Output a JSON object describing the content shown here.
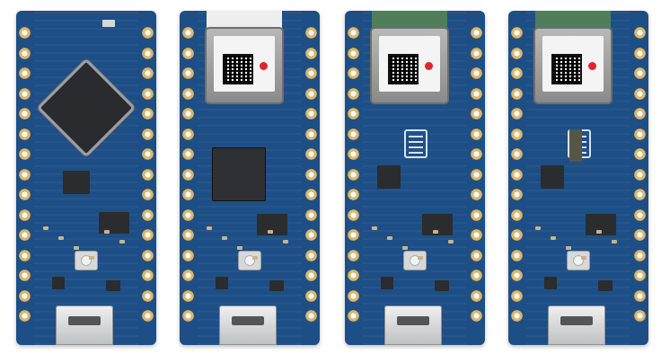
{
  "photo": {
    "subject": "",
    "background_color": "#ffffff",
    "board_color": "#1d4f86",
    "boards": [
      {
        "left_fraction": 0.0,
        "has_module": false,
        "antenna_color": ""
      },
      {
        "left_fraction": 0.25,
        "has_module": true,
        "antenna_color": "#eeeeee"
      },
      {
        "left_fraction": 0.5,
        "has_module": true,
        "antenna_color": "#4e7f5a"
      },
      {
        "left_fraction": 0.75,
        "has_module": true,
        "antenna_color": "#4e7f5a"
      }
    ]
  }
}
